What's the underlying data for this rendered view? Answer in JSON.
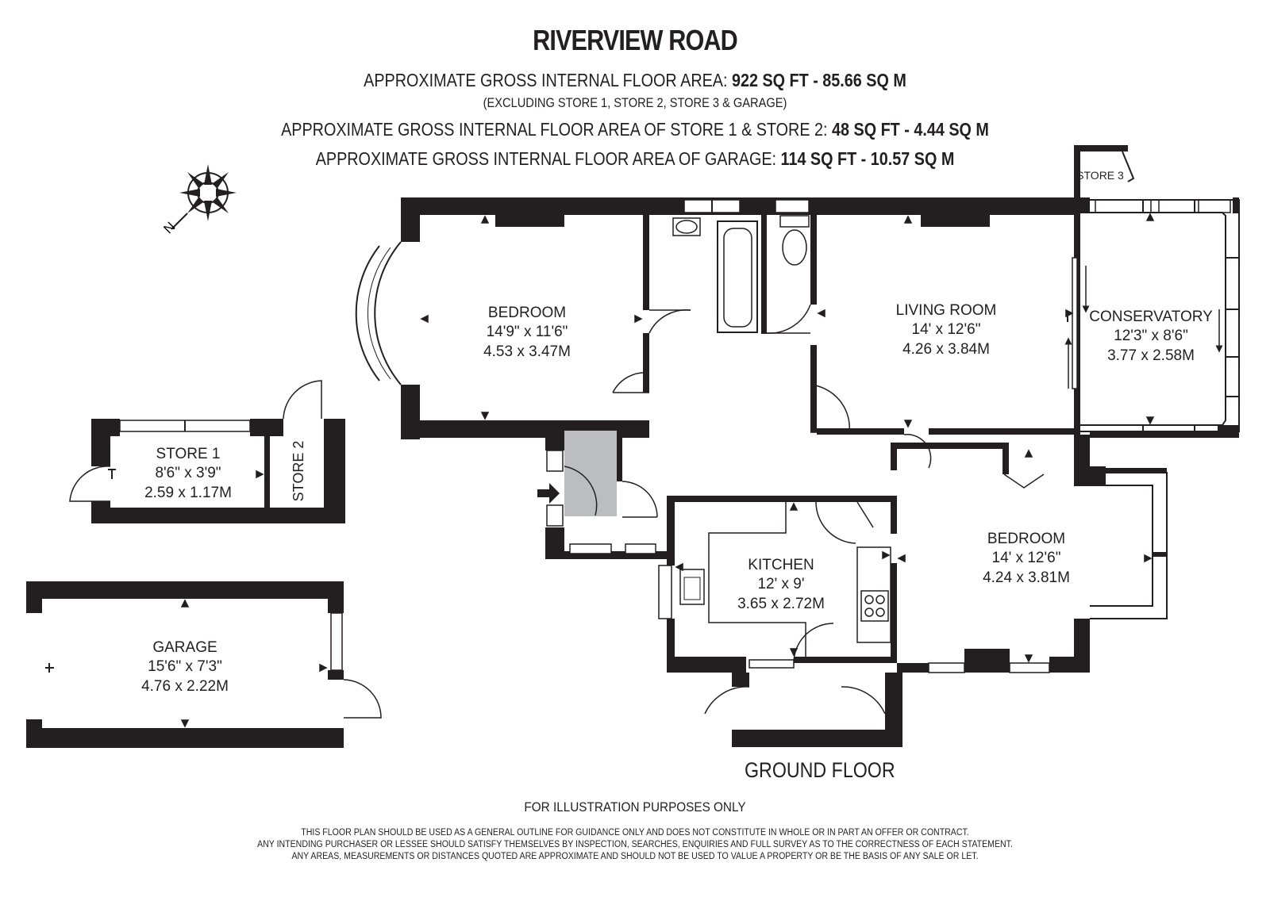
{
  "header": {
    "title": "RIVERVIEW ROAD",
    "line1_label": "APPROXIMATE GROSS INTERNAL FLOOR AREA:",
    "line1_value": "922 SQ FT - 85.66 SQ M",
    "line2": "(EXCLUDING STORE 1, STORE 2, STORE 3 & GARAGE)",
    "line3_label": "APPROXIMATE GROSS INTERNAL FLOOR AREA OF STORE 1 & STORE 2:",
    "line3_value": "48 SQ FT - 4.44 SQ M",
    "line4_label": "APPROXIMATE GROSS INTERNAL FLOOR AREA OF GARAGE:",
    "line4_value": "114 SQ FT - 10.57 SQ M"
  },
  "compass": {
    "letter": "N"
  },
  "rooms": {
    "bedroom1": {
      "name": "BEDROOM",
      "imperial": "14'9\" x 11'6\"",
      "metric": "4.53 x 3.47M"
    },
    "living": {
      "name": "LIVING ROOM",
      "imperial": "14' x 12'6\"",
      "metric": "4.26 x 3.84M"
    },
    "conservatory": {
      "name": "CONSERVATORY",
      "imperial": "12'3\" x 8'6\"",
      "metric": "3.77 x 2.58M"
    },
    "store3": {
      "name": "STORE 3"
    },
    "store1": {
      "name": "STORE 1",
      "imperial": "8'6\" x 3'9\"",
      "metric": "2.59 x 1.17M"
    },
    "store2": {
      "name": "STORE 2"
    },
    "kitchen": {
      "name": "KITCHEN",
      "imperial": "12' x 9'",
      "metric": "3.65 x 2.72M"
    },
    "bedroom2": {
      "name": "BEDROOM",
      "imperial": "14' x 12'6\"",
      "metric": "4.24 x 3.81M"
    },
    "garage": {
      "name": "GARAGE",
      "imperial": "15'6\" x 7'3\"",
      "metric": "4.76 x 2.22M"
    }
  },
  "floor_label": "GROUND FLOOR",
  "footer": {
    "illustration": "FOR ILLUSTRATION PURPOSES ONLY",
    "disclaimer1": "THIS FLOOR PLAN SHOULD BE USED AS A GENERAL OUTLINE FOR GUIDANCE ONLY AND DOES NOT CONSTITUTE IN WHOLE OR IN PART AN OFFER OR CONTRACT.",
    "disclaimer2": "ANY INTENDING PURCHASER OR LESSEE SHOULD SATISFY THEMSELVES BY INSPECTION, SEARCHES, ENQUIRIES AND FULL SURVEY AS TO THE CORRECTNESS OF EACH STATEMENT.",
    "disclaimer3": "ANY AREAS, MEASUREMENTS OR DISTANCES QUOTED ARE APPROXIMATE AND SHOULD NOT BE USED TO VALUE A PROPERTY OR BE THE BASIS OF ANY SALE OR LET."
  },
  "colors": {
    "wall": "#231f20",
    "hall": "#bcbdc0",
    "background": "#ffffff"
  }
}
